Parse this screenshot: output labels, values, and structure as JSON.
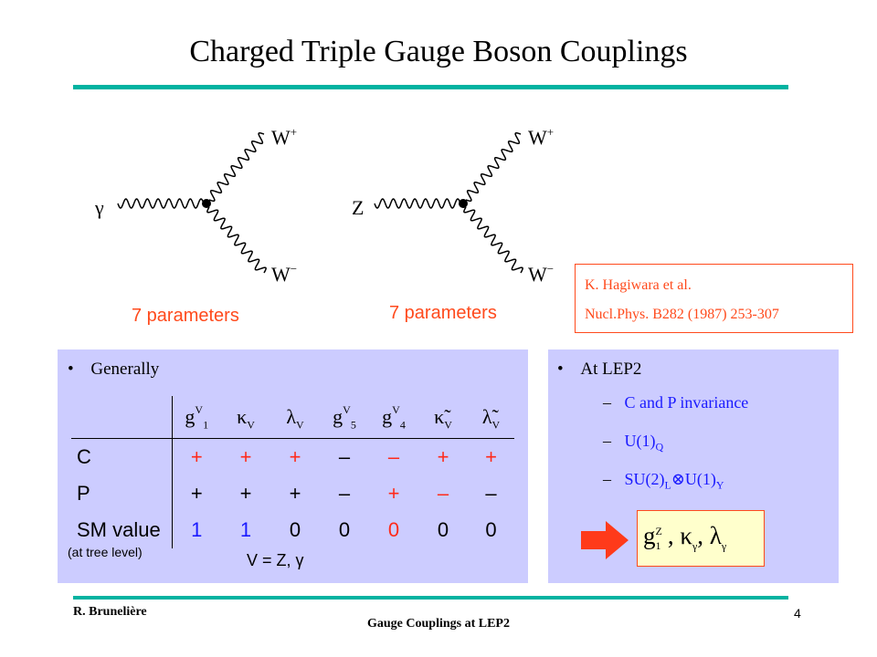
{
  "slide": {
    "title": "Charged Triple Gauge Boson Couplings",
    "accent_color": "#00b3a1",
    "highlight_color": "#ff4a1c",
    "panel_color": "#ccccff"
  },
  "diagrams": [
    {
      "incoming": "γ",
      "out_top": "W",
      "out_top_sign": "+",
      "out_bottom": "W",
      "out_bottom_sign": "−",
      "caption": "7 parameters"
    },
    {
      "incoming": "Z",
      "out_top": "W",
      "out_top_sign": "+",
      "out_bottom": "W",
      "out_bottom_sign": "−",
      "caption": "7 parameters"
    }
  ],
  "reference": {
    "line1": "K. Hagiwara et al.",
    "line2": "Nucl.Phys. B282 (1987) 253-307"
  },
  "left_panel": {
    "bullet": "Generally",
    "table": {
      "columns": [
        {
          "base": "g",
          "sup": "V",
          "sub": "1"
        },
        {
          "base": "κ",
          "sup": "",
          "sub": "V"
        },
        {
          "base": "λ",
          "sup": "",
          "sub": "V"
        },
        {
          "base": "g",
          "sup": "V",
          "sub": "5"
        },
        {
          "base": "g",
          "sup": "V",
          "sub": "4"
        },
        {
          "base": "κ̃",
          "sup": "",
          "sub": "V"
        },
        {
          "base": "λ̃",
          "sup": "",
          "sub": "V"
        }
      ],
      "rows": [
        {
          "label": "C",
          "cells": [
            "+",
            "+",
            "+",
            "–",
            "–",
            "+",
            "+"
          ]
        },
        {
          "label": "P",
          "cells": [
            "+",
            "+",
            "+",
            "–",
            "+",
            "–",
            "–"
          ]
        },
        {
          "label": "SM value",
          "cells": [
            "1",
            "1",
            "0",
            "0",
            "0",
            "0",
            "0"
          ]
        }
      ]
    },
    "note": "(at tree level)",
    "v_definition": "V = Z, γ"
  },
  "right_panel": {
    "bullet": "At LEP2",
    "items": [
      {
        "dash": "–",
        "text": "C and P invariance",
        "sub": "",
        "suffix": "",
        "sub2": ""
      },
      {
        "dash": "–",
        "text": "U(1)",
        "sub": "Q",
        "suffix": "",
        "sub2": ""
      },
      {
        "dash": "–",
        "text": "SU(2)",
        "sub": "L",
        "suffix": "⊗U(1)",
        "sub2": "Y"
      }
    ],
    "result": {
      "g_sup": "Z",
      "g_sub": "1",
      "k_sub": "γ",
      "l_sub": "γ"
    }
  },
  "footer": {
    "author": "R. Brunelière",
    "center": "Gauge Couplings at LEP2",
    "page": "4"
  }
}
